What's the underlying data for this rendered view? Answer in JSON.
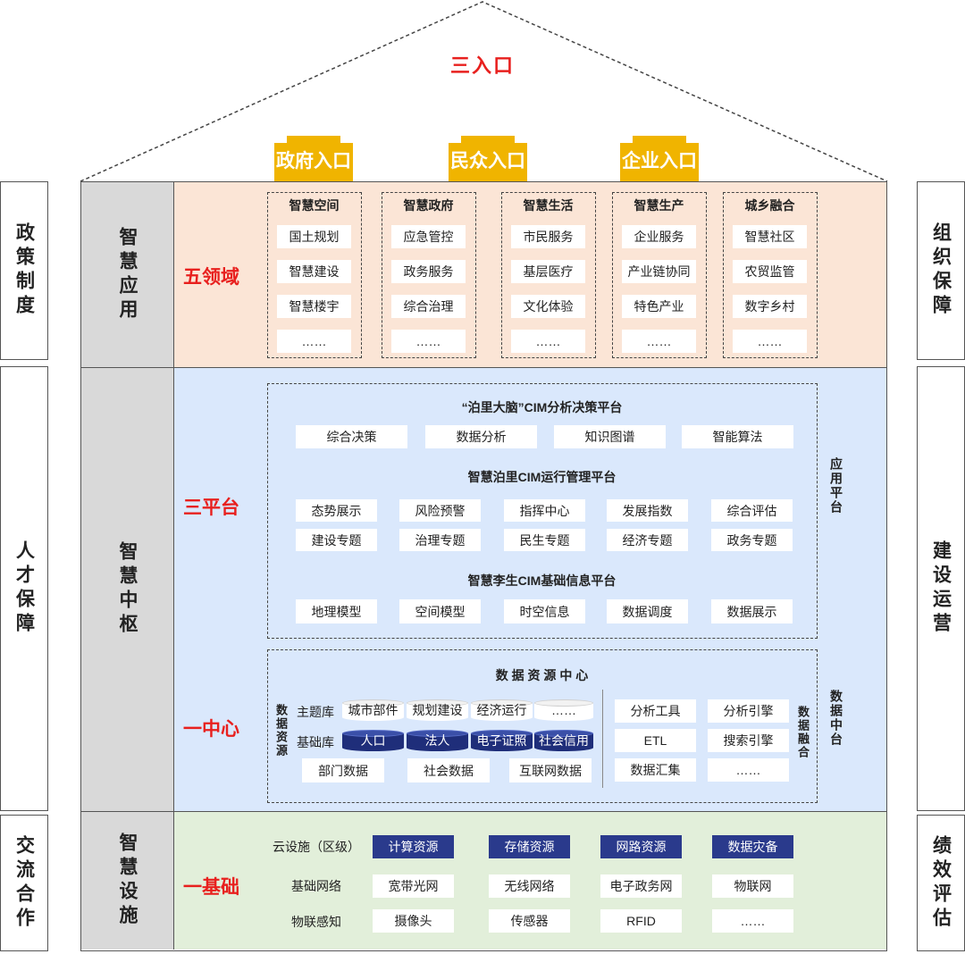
{
  "roof": {
    "title": "三入口",
    "entrances": [
      "政府入口",
      "民众入口",
      "企业入口"
    ],
    "colors": {
      "gate": "#f0b400",
      "title": "#e8201e"
    }
  },
  "pillars": {
    "left": [
      "政策制度",
      "人才保障",
      "交流合作"
    ],
    "right": [
      "组织保障",
      "建设运营",
      "绩效评估"
    ]
  },
  "layers": {
    "application": {
      "label": "智慧应用",
      "title": "五领域",
      "bg": "#fbe5d6",
      "domains": [
        {
          "head": "智慧空间",
          "items": [
            "国土规划",
            "智慧建设",
            "智慧楼宇",
            "……"
          ]
        },
        {
          "head": "智慧政府",
          "items": [
            "应急管控",
            "政务服务",
            "综合治理",
            "……"
          ]
        },
        {
          "head": "智慧生活",
          "items": [
            "市民服务",
            "基层医疗",
            "文化体验",
            "……"
          ]
        },
        {
          "head": "智慧生产",
          "items": [
            "企业服务",
            "产业链协同",
            "特色产业",
            "……"
          ]
        },
        {
          "head": "城乡融合",
          "items": [
            "智慧社区",
            "农贸监管",
            "数字乡村",
            "……"
          ]
        }
      ]
    },
    "hub": {
      "label": "智慧中枢",
      "bg": "#dae8fc",
      "platforms_title": "三平台",
      "platforms_side_label": "应用平台",
      "platforms": [
        {
          "title": "“泊里大脑”CIM分析决策平台",
          "rows": [
            [
              "综合决策",
              "数据分析",
              "知识图谱",
              "智能算法"
            ]
          ]
        },
        {
          "title": "智慧泊里CIM运行管理平台",
          "rows": [
            [
              "态势展示",
              "风险预警",
              "指挥中心",
              "发展指数",
              "综合评估"
            ],
            [
              "建设专题",
              "治理专题",
              "民生专题",
              "经济专题",
              "政务专题"
            ]
          ]
        },
        {
          "title": "智慧李生CIM基础信息平台",
          "rows": [
            [
              "地理模型",
              "空间模型",
              "时空信息",
              "数据调度",
              "数据展示"
            ]
          ]
        }
      ],
      "center_title": "一中心",
      "center_side_label": "数据中台",
      "data_center": {
        "title": "数 据 资 源 中 心",
        "resource_label": "数据资源",
        "fusion_label": "数据融合",
        "theme_label": "主题库",
        "theme_items": [
          "城市部件",
          "规划建设",
          "经济运行",
          "……"
        ],
        "base_label": "基础库",
        "base_items": [
          "人口",
          "法人",
          "电子证照",
          "社会信用"
        ],
        "source_items": [
          "部门数据",
          "社会数据",
          "互联网数据"
        ],
        "tools": [
          [
            "分析工具",
            "分析引擎"
          ],
          [
            "ETL",
            "搜索引擎"
          ],
          [
            "数据汇集",
            "……"
          ]
        ]
      }
    },
    "infra": {
      "label": "智慧设施",
      "title": "一基础",
      "bg": "#e2efda",
      "rows": [
        {
          "label": "云设施（区级）",
          "items": [
            "计算资源",
            "存储资源",
            "网路资源",
            "数据灾备"
          ]
        },
        {
          "label": "基础网络",
          "items": [
            "宽带光网",
            "无线网络",
            "电子政务网",
            "物联网"
          ]
        },
        {
          "label": "物联感知",
          "items": [
            "摄像头",
            "传感器",
            "RFID",
            "……"
          ]
        }
      ]
    }
  }
}
